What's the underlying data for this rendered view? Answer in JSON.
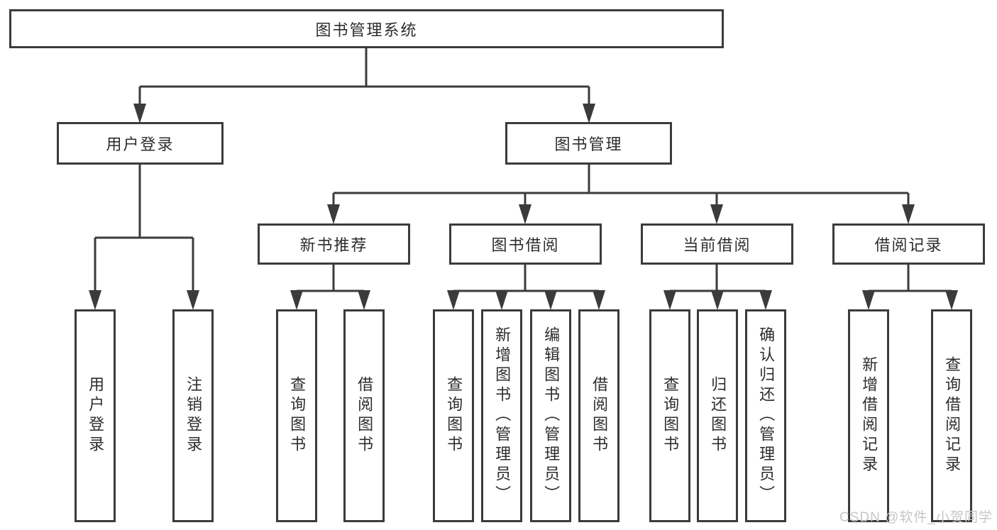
{
  "diagram": {
    "root": {
      "label": "图书管理系统"
    },
    "branches": [
      {
        "label": "用户登录",
        "children": [
          {
            "label": "用户登录"
          },
          {
            "label": "注销登录"
          }
        ]
      },
      {
        "label": "图书管理",
        "children": [
          {
            "label": "新书推荐",
            "children": [
              {
                "label": "查询图书"
              },
              {
                "label": "借阅图书"
              }
            ]
          },
          {
            "label": "图书借阅",
            "children": [
              {
                "label": "查询图书"
              },
              {
                "label": "新增图书（管理员）"
              },
              {
                "label": "编辑图书（管理员）"
              },
              {
                "label": "借阅图书"
              }
            ]
          },
          {
            "label": "当前借阅",
            "children": [
              {
                "label": "查询图书"
              },
              {
                "label": "归还图书"
              },
              {
                "label": "确认归还（管理员）"
              }
            ]
          },
          {
            "label": "借阅记录",
            "children": [
              {
                "label": "新增借阅记录"
              },
              {
                "label": "查询借阅记录"
              }
            ]
          }
        ]
      }
    ],
    "watermark": "CSDN @软件_小贺同学",
    "colors": {
      "line": "#3b3b3b",
      "text": "#2d2d2d",
      "background": "#ffffff",
      "watermark": "#c9c5c5"
    }
  }
}
